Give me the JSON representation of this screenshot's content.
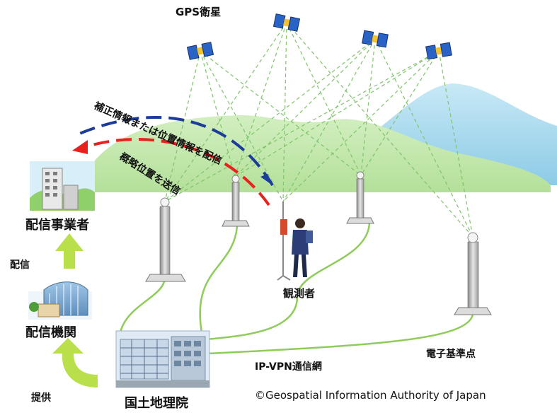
{
  "labels": {
    "gps_satellite": "GPS衛星",
    "correction_info": "補正情報または位置情報を配信",
    "approx_position": "概略位置を送信",
    "distributor": "配信事業者",
    "distribution": "配信",
    "distribution_org": "配信機関",
    "provision": "提供",
    "gsi": "国土地理院",
    "observer": "観測者",
    "network": "IP-VPN通信網",
    "reference_point": "電子基準点",
    "copyright": "©Geospatial  Information Authority of Japan"
  },
  "colors": {
    "dashed_line": "#7fc46a",
    "blue_arrow": "#1b3c9a",
    "red_arrow": "#e8201e",
    "mountain": "#a7d9ee",
    "hills": "#bfe6a9",
    "cable": "#8fcc5a",
    "up_arrow": "#b9e04a"
  }
}
